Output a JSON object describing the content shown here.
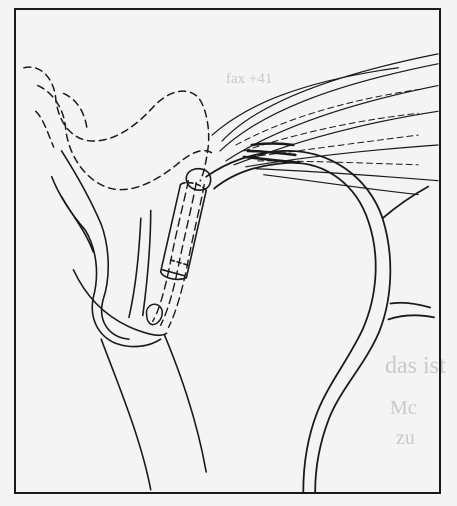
{
  "bleed_through": {
    "line1": "fax +41",
    "line2": "das ist",
    "line3": "Mc",
    "line4": "zu"
  },
  "colors": {
    "ink": "#1a1a1a",
    "paper": "#f4f4f4",
    "bleed": "#c9c9c9"
  }
}
